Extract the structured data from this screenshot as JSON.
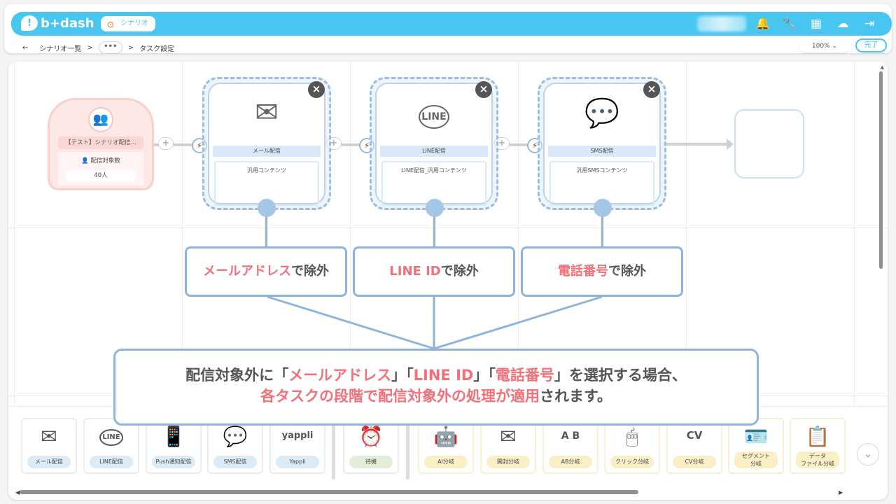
{
  "header": {
    "logo_text": "b+dash",
    "scenario_label": "シナリオ",
    "icons": [
      "bell-icon",
      "wrench-icon",
      "apps-grid-icon",
      "chat-icon",
      "logout-icon"
    ]
  },
  "breadcrumb": {
    "back": "←",
    "root": "シナリオ一覧",
    "more": "•••",
    "current": "タスク設定"
  },
  "toolbar": {
    "zoom": "100%",
    "done_label": "完了"
  },
  "start_node": {
    "title": "【テスト】シナリオ配信…",
    "target_label": "配信対象数",
    "count": "40人"
  },
  "tasks": [
    {
      "title": "メール配信",
      "content": "汎用コンテンツ",
      "icon": "mail-icon"
    },
    {
      "title": "LINE配信",
      "content": "LINE配信_汎用コンテンツ",
      "icon": "line-icon"
    },
    {
      "title": "SMS配信",
      "content": "汎用SMSコンテンツ",
      "icon": "sms-icon"
    }
  ],
  "callouts": [
    {
      "highlight": "メールアドレス",
      "suffix": "で除外"
    },
    {
      "highlight": "LINE ID",
      "suffix": "で除外"
    },
    {
      "highlight": "電話番号",
      "suffix": "で除外"
    }
  ],
  "summary": {
    "l1_a": "配信対象外に「",
    "l1_h1": "メールアドレス",
    "l1_b": "」「",
    "l1_h2": "LINE ID",
    "l1_c": "」「",
    "l1_h3": "電話番号",
    "l1_d": "」を選択する場合、",
    "l2_h": "各タスクの段階で配信対象外の処理が適用",
    "l2_e": "されます。"
  },
  "palette": {
    "items": [
      {
        "label": "メール配信",
        "icon": "mail-icon"
      },
      {
        "label": "LINE配信",
        "icon": "line-icon"
      },
      {
        "label": "Push通知配信",
        "icon": "push-icon"
      },
      {
        "label": "SMS配信",
        "icon": "sms-icon"
      },
      {
        "label": "Yappli",
        "icon": "yappli-icon",
        "icon_text": "yappli"
      },
      {
        "label": "待機",
        "icon": "alarm-clock-icon"
      },
      {
        "label": "AI分岐",
        "icon": "robot-icon"
      },
      {
        "label": "開封分岐",
        "icon": "open-mail-icon"
      },
      {
        "label": "AB分岐",
        "icon": "ab-icon",
        "icon_text": "A B"
      },
      {
        "label": "クリック分岐",
        "icon": "mouse-icon"
      },
      {
        "label": "CV分岐",
        "icon": "cv-icon",
        "icon_text": "CV"
      },
      {
        "label": "セグメント\n分岐",
        "icon": "badge-icon"
      },
      {
        "label": "データ\nファイル分岐",
        "icon": "clipboard-icon"
      }
    ]
  }
}
